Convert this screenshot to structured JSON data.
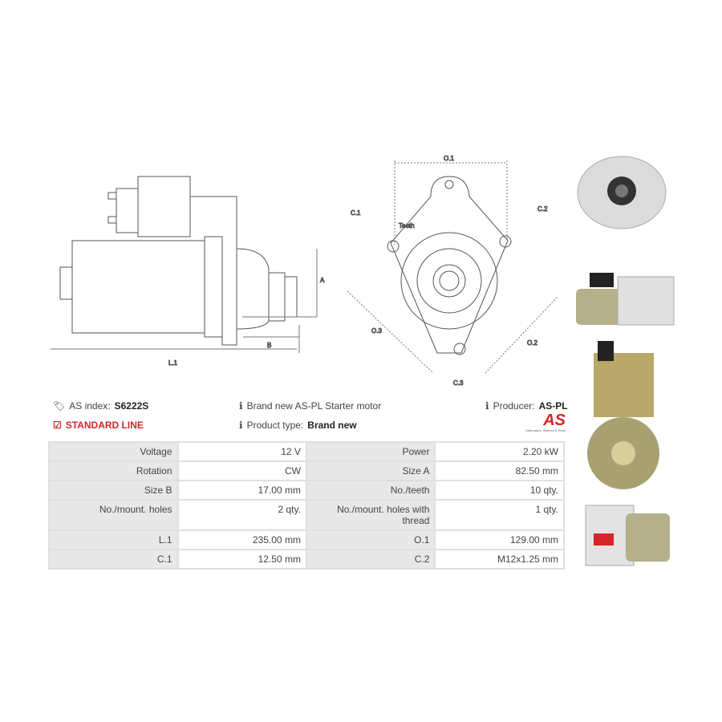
{
  "drawings": {
    "side_labels": {
      "a": "A",
      "b": "B",
      "l1": "L.1"
    },
    "front_labels": {
      "o1": "O.1",
      "o2": "O.2",
      "o3": "O.3",
      "c1": "C.1",
      "c2": "C.2",
      "c3": "C.3",
      "teeth": "Teeth"
    }
  },
  "info": {
    "as_index_label": "AS index:",
    "as_index_value": "S6222S",
    "standard_line": "STANDARD LINE",
    "description": "Brand new AS-PL Starter motor",
    "product_type_label": "Product type:",
    "product_type_value": "Brand new",
    "producer_label": "Producer:",
    "producer_value": "AS-PL",
    "logo_text": "AS",
    "logo_tagline": "Alternators, Starters & Parts"
  },
  "specs": [
    {
      "k1": "Voltage",
      "v1": "12 V",
      "k2": "Power",
      "v2": "2.20 kW"
    },
    {
      "k1": "Rotation",
      "v1": "CW",
      "k2": "Size A",
      "v2": "82.50 mm"
    },
    {
      "k1": "Size B",
      "v1": "17.00 mm",
      "k2": "No./teeth",
      "v2": "10 qty."
    },
    {
      "k1": "No./mount. holes",
      "v1": "2 qty.",
      "k2": "No./mount. holes with thread",
      "v2": "1 qty."
    },
    {
      "k1": "L.1",
      "v1": "235.00 mm",
      "k2": "O.1",
      "v2": "129.00 mm"
    },
    {
      "k1": "C.1",
      "v1": "12.50 mm",
      "k2": "C.2",
      "v2": "M12x1.25 mm"
    }
  ],
  "colors": {
    "accent": "#d7262a",
    "table_key_bg": "#e8e8e8"
  }
}
